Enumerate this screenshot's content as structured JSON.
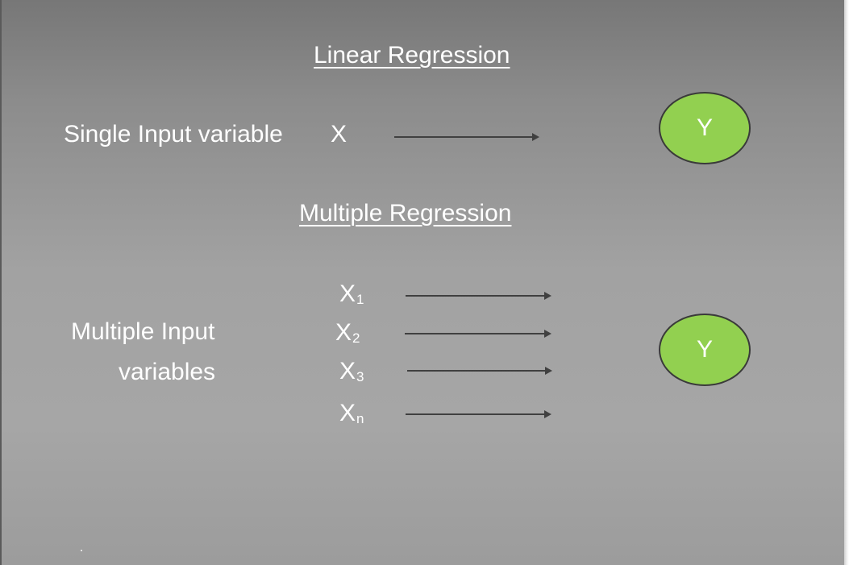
{
  "linear": {
    "title": "Linear Regression",
    "input_label": "Single Input variable",
    "input_symbol": "X",
    "output": "Y"
  },
  "multiple": {
    "title": "Multiple Regression",
    "input_label_line1": "Multiple Input",
    "input_label_line2": "variables",
    "inputs": [
      {
        "base": "X",
        "sub": "1"
      },
      {
        "base": "X",
        "sub": "2"
      },
      {
        "base": "X",
        "sub": "3"
      },
      {
        "base": "X",
        "sub": "n"
      }
    ],
    "output": "Y"
  },
  "colors": {
    "node_fill": "#92d050",
    "text": "#ffffff",
    "arrow": "#404040",
    "background": "#a2a2a2"
  }
}
